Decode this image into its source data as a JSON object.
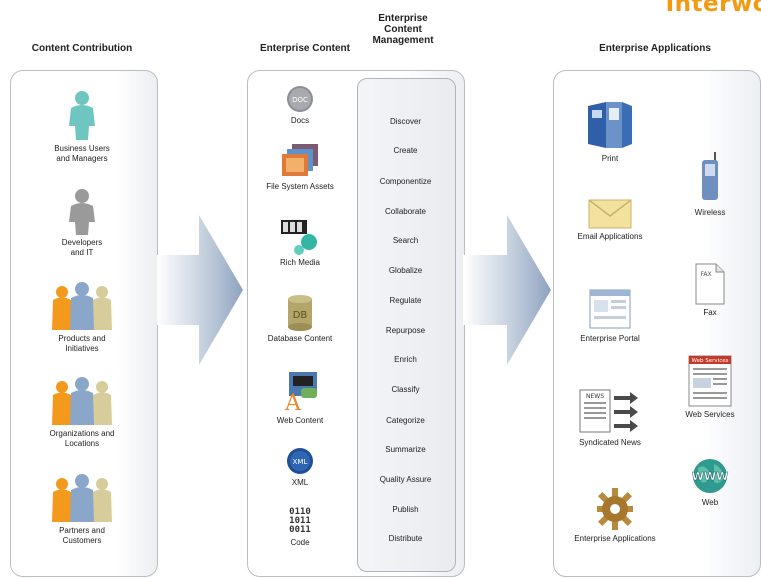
{
  "corner_title": "Interwo",
  "columns": {
    "contribution": "Content Contribution",
    "enterprise_content": "Enterprise Content",
    "ecm": "Enterprise\nContent\nManagement",
    "applications": "Enterprise Applications"
  },
  "contribution_items": [
    {
      "label": "Business Users\nand Managers",
      "icon": "person-icon",
      "color": "#6fc6c0"
    },
    {
      "label": "Developers\nand IT",
      "icon": "person-icon",
      "color": "#9a9a9a"
    },
    {
      "label": "Products and\nInitiatives",
      "icon": "people-group-icon",
      "color": "#f39a1c"
    },
    {
      "label": "Organizations and\nLocations",
      "icon": "people-group-icon",
      "color": "#f39a1c"
    },
    {
      "label": "Partners and\nCustomers",
      "icon": "people-group-icon",
      "color": "#f39a1c"
    }
  ],
  "content_items": [
    {
      "label": "Docs",
      "icon": "docs-disc-icon"
    },
    {
      "label": "File System Assets",
      "icon": "folders-icon"
    },
    {
      "label": "Rich Media",
      "icon": "film-media-icon"
    },
    {
      "label": "Database Content",
      "icon": "database-icon"
    },
    {
      "label": "Web Content",
      "icon": "web-content-icon"
    },
    {
      "label": "XML",
      "icon": "xml-disc-icon"
    },
    {
      "label": "Code",
      "icon": "code-binary-icon"
    }
  ],
  "ecm_items": [
    "Discover",
    "Create",
    "Componentize",
    "Collaborate",
    "Search",
    "Globalize",
    "Regulate",
    "Repurpose",
    "Enrich",
    "Classify",
    "Categorize",
    "Summarize",
    "Quality Assure",
    "Publish",
    "Distribute"
  ],
  "app_items": [
    {
      "label": "Print",
      "icon": "print-brochure-icon"
    },
    {
      "label": "Email Applications",
      "icon": "envelope-icon"
    },
    {
      "label": "Enterprise Portal",
      "icon": "portal-window-icon"
    },
    {
      "label": "Syndicated News",
      "icon": "news-icon"
    },
    {
      "label": "Enterprise Applications",
      "icon": "gear-icon"
    }
  ],
  "app_items_right": [
    {
      "label": "Wireless",
      "icon": "mobile-phone-icon"
    },
    {
      "label": "Fax",
      "icon": "fax-page-icon"
    },
    {
      "label": "Web Services",
      "icon": "web-services-icon"
    },
    {
      "label": "Web",
      "icon": "globe-www-icon"
    }
  ],
  "icon_text": {
    "docs": "DOC",
    "db": "DB",
    "xml": "XML",
    "code": "0110\n1011\n0011",
    "fax": "FAX",
    "web_services": "Web Services",
    "www": "WWW",
    "news": "NEWS"
  },
  "colors": {
    "accent_orange": "#f59a10",
    "arrow_blue": "#9eb0c8",
    "panel_border": "#b9bec6"
  }
}
